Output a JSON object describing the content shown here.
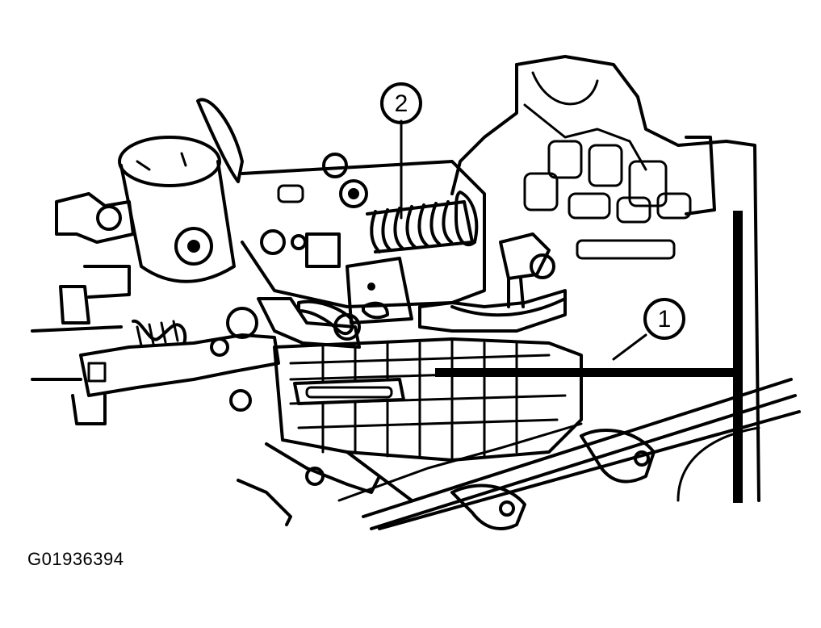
{
  "callouts": [
    {
      "label": "2",
      "part": "spring"
    },
    {
      "label": "1",
      "part": "lever-cable"
    }
  ],
  "figure_id": "G01936394",
  "colors": {
    "ink": "#000000",
    "paper": "#ffffff"
  }
}
